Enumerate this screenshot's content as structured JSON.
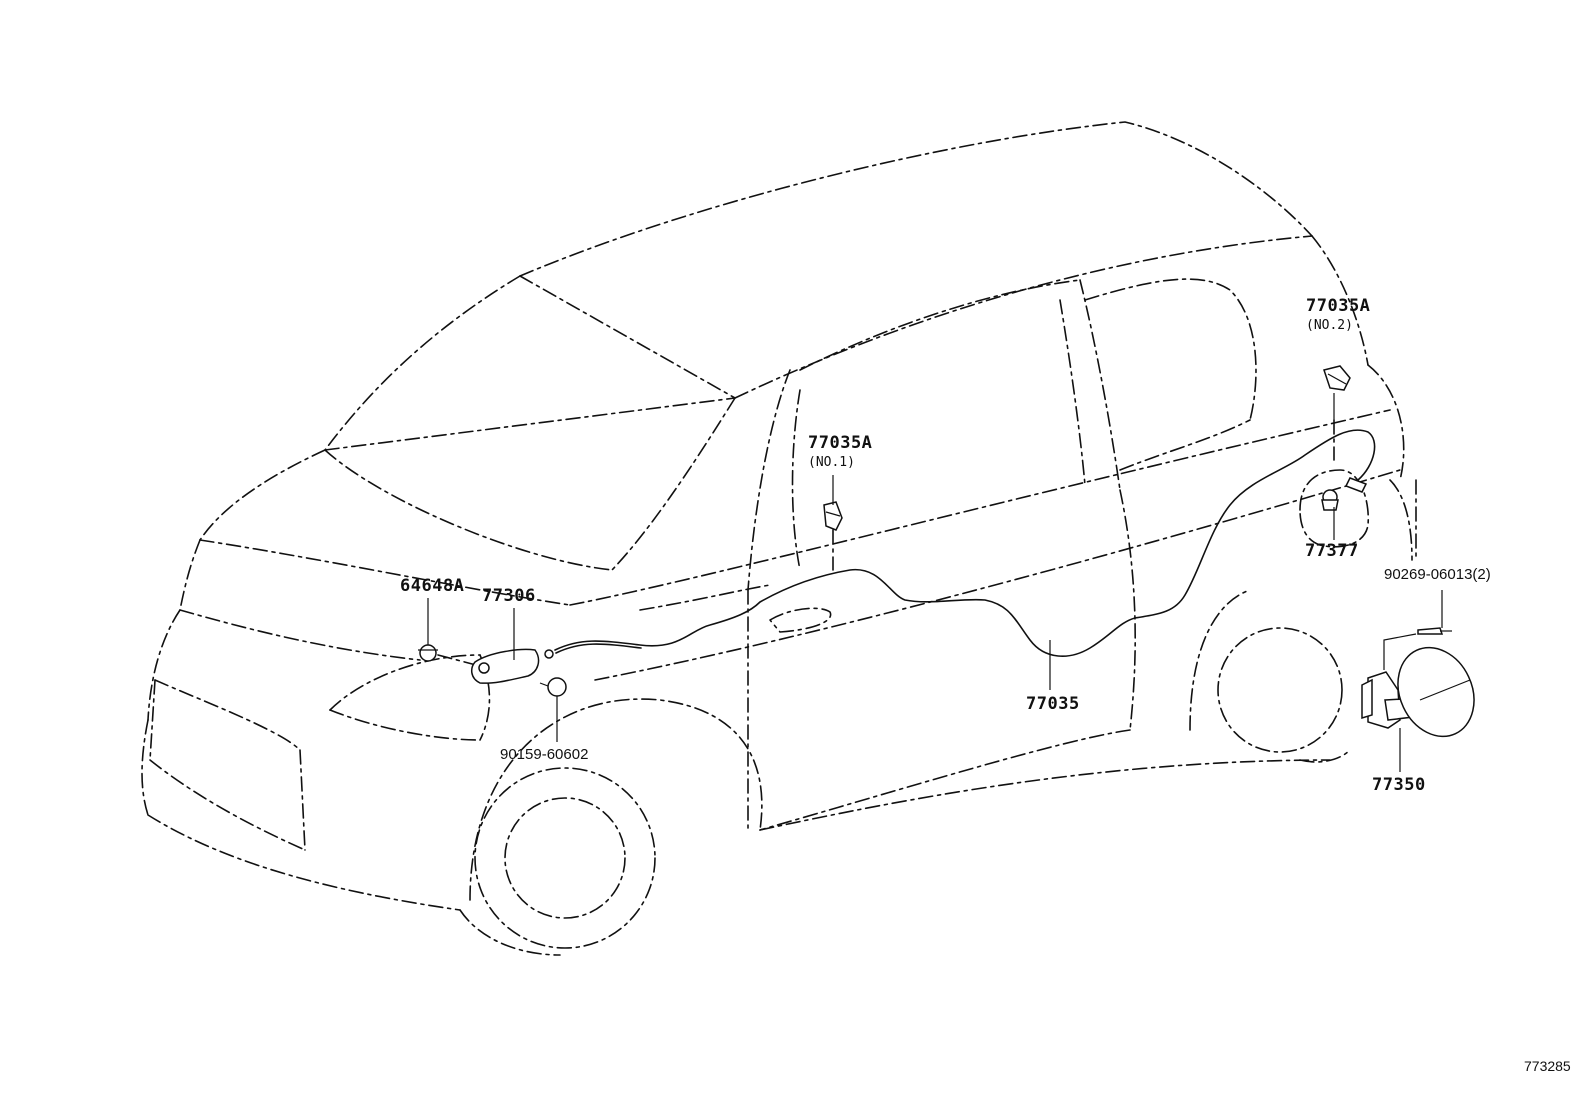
{
  "callouts": {
    "c77035A_no2": {
      "part": "77035A",
      "note": "(NO.2)"
    },
    "c77035A_no1": {
      "part": "77035A",
      "note": "(NO.1)"
    },
    "c77377": {
      "part": "77377"
    },
    "c90269": {
      "part": "90269-06013(2)"
    },
    "c64648A": {
      "part": "64648A"
    },
    "c77306": {
      "part": "77306"
    },
    "c77035": {
      "part": "77035"
    },
    "c90159": {
      "part": "90159-60602"
    },
    "c77350": {
      "part": "77350"
    }
  },
  "illustration_code": "773285"
}
